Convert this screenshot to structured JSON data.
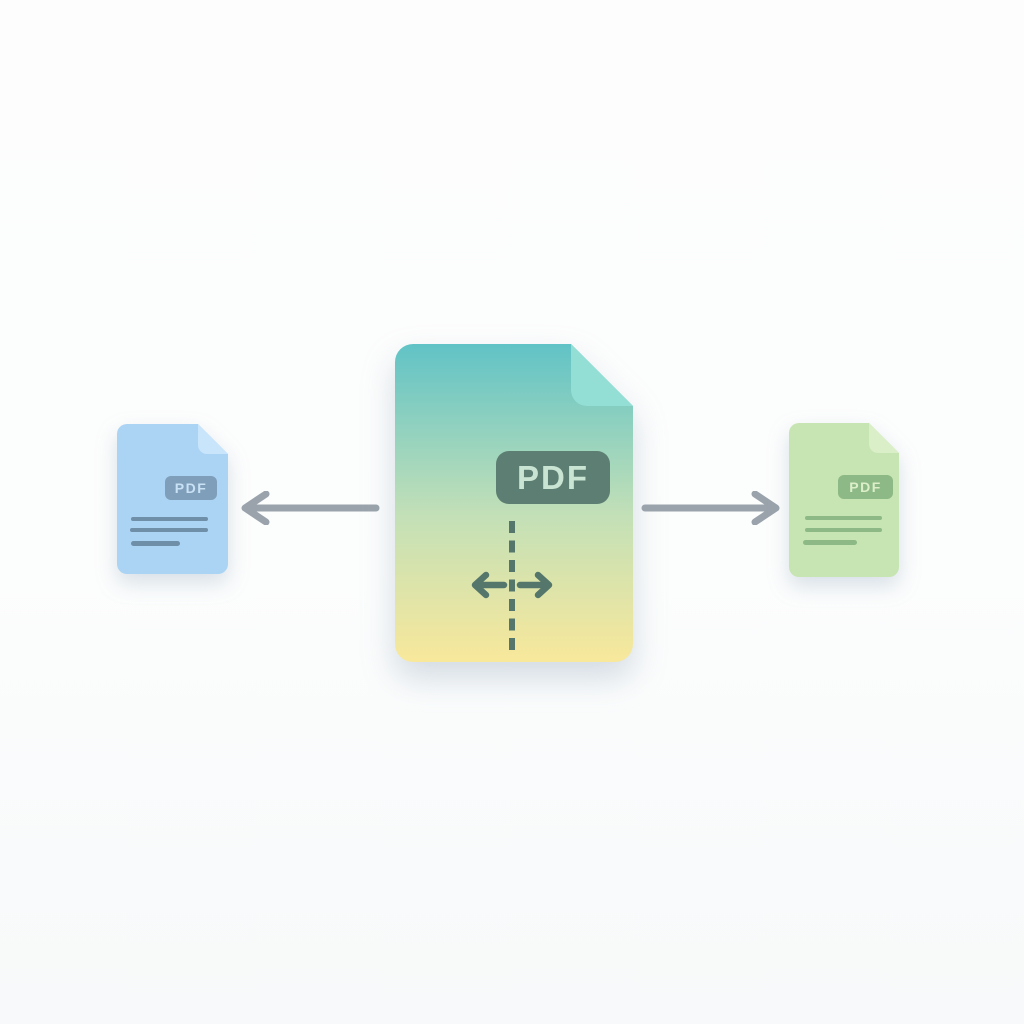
{
  "illustration": {
    "name": "pdf-split",
    "background_color": "#fcfdfd",
    "connector_arrow_color": "#9aa3ab",
    "icons": {
      "arrow_left": "←",
      "arrow_right": "→",
      "split_arrows": "←→",
      "split_dashed_line": "¦",
      "folded_corner": "dog-ear"
    },
    "center_document": {
      "badge_label": "PDF",
      "badge_color": "#5d7e72",
      "badge_text_color": "#c9e4d2",
      "gradient_top": "#61c3c6",
      "gradient_middle": "#c3e0b7",
      "gradient_bottom": "#f8e89b",
      "fold_color": "#93ded5",
      "split_color": "#54766b"
    },
    "left_document": {
      "badge_label": "PDF",
      "body_color": "#abd4f4",
      "fold_color": "#c9e5fb",
      "badge_color": "#7f9eb9",
      "badge_text_color": "#c9e1f5",
      "line_color": "#6f8ea8"
    },
    "right_document": {
      "badge_label": "PDF",
      "body_color": "#c7e5b2",
      "fold_color": "#daeec8",
      "badge_color": "#8cb986",
      "badge_text_color": "#dcefc9",
      "line_color": "#8cb986"
    }
  }
}
